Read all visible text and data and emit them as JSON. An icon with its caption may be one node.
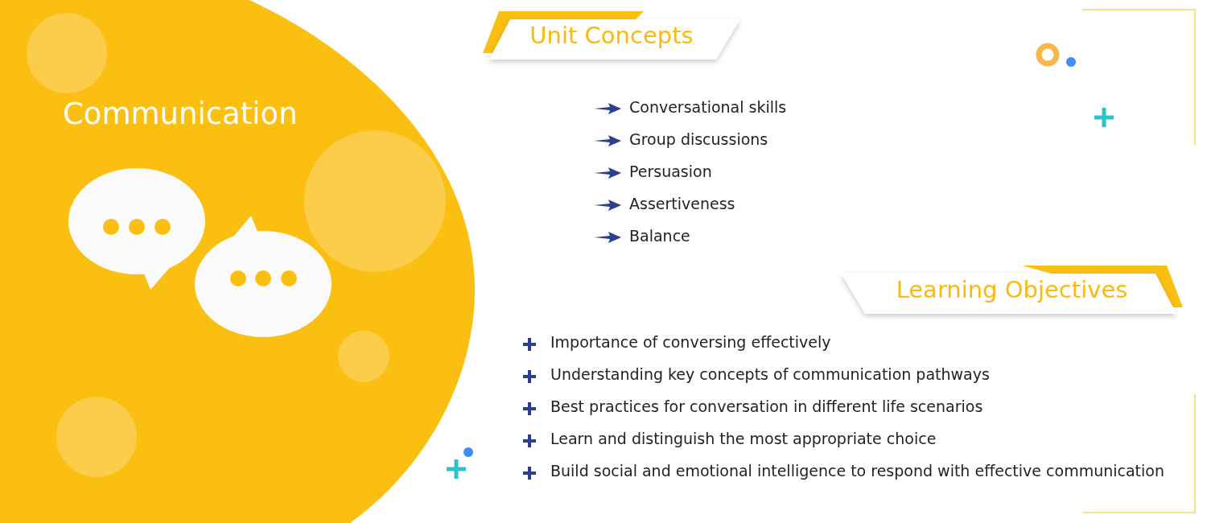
{
  "diagram": {
    "title": "Communication",
    "nodes": [
      {
        "text": [
          "Unit Concepts"
        ]
      },
      {
        "text": [
          "Learning Objectives"
        ]
      }
    ],
    "labels": [
      "Conversational skills",
      "Group discussions",
      "Persuasion",
      "Assertiveness",
      "Balance",
      "Importance of conversing effectively",
      "Understanding key concepts of communication pathways",
      "Best practices for conversation in different life scenarios",
      "Learn and distinguish the most appropriate choice",
      "Build social and emotional intelligence to respond with effective communication"
    ]
  }
}
